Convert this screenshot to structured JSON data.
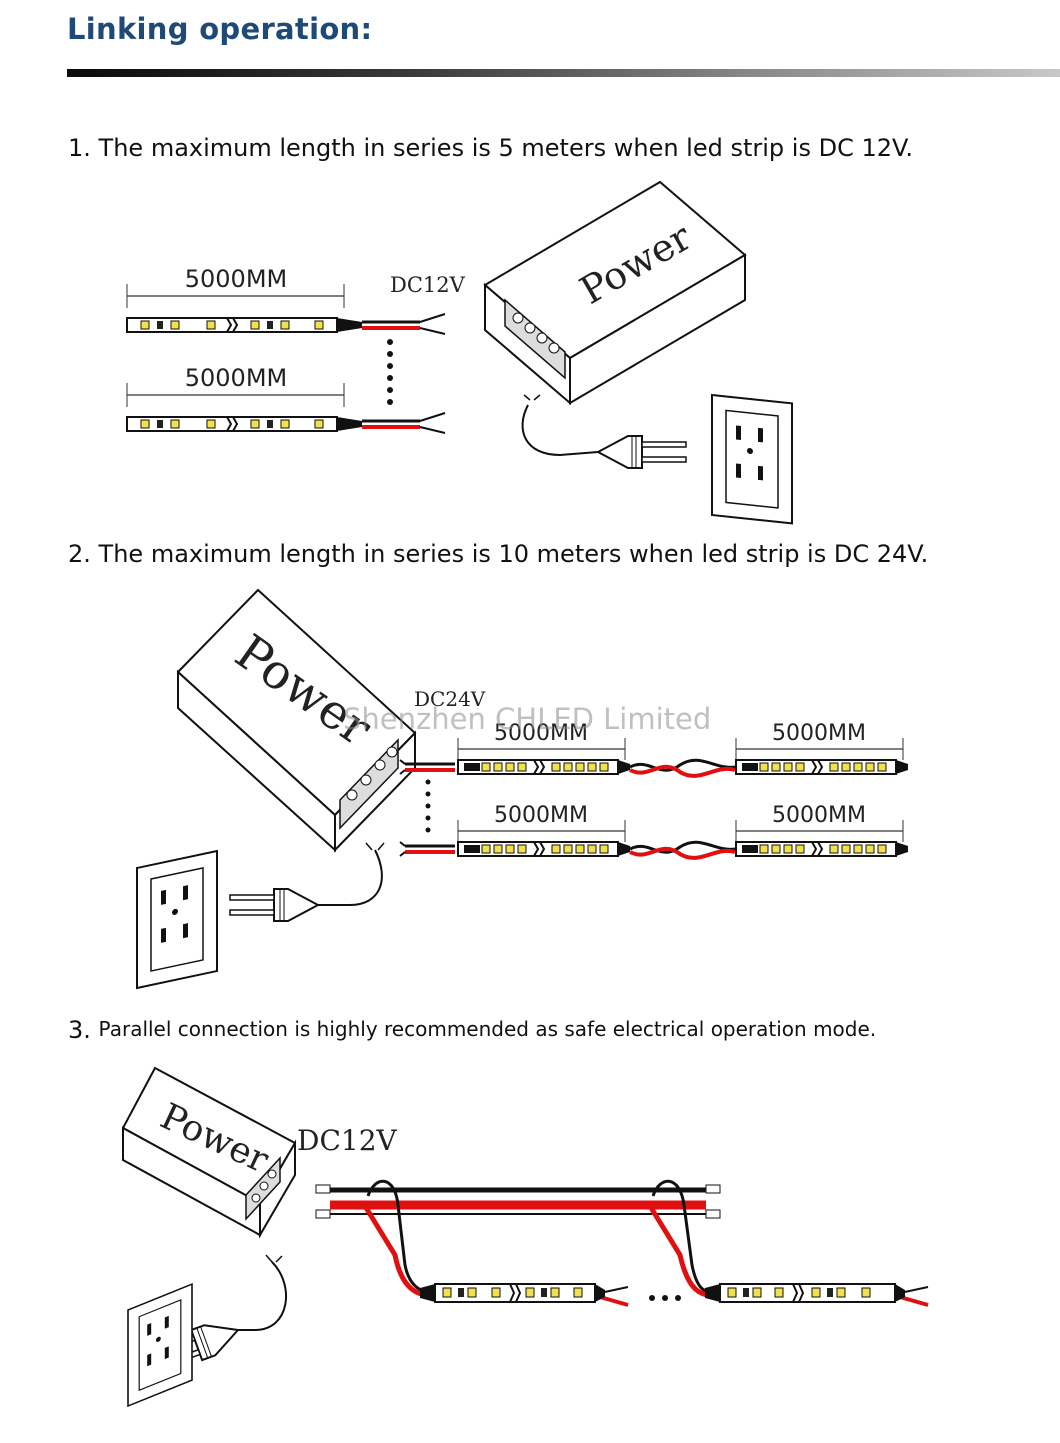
{
  "title": "Linking operation:",
  "steps": [
    {
      "number": "1.",
      "text": "The maximum length in series is 5 meters when led strip is DC 12V."
    },
    {
      "number": "2.",
      "text": "The maximum length in series is 10 meters when led strip is DC 24V."
    },
    {
      "number": "3.",
      "text": "Parallel connection is highly recommended as safe electrical operation mode."
    }
  ],
  "diagram1": {
    "strip_length": "5000MM",
    "voltage": "DC12V",
    "supply_label": "Power"
  },
  "diagram2": {
    "strip_length": "5000MM",
    "voltage": "DC24V",
    "supply_label": "Power"
  },
  "diagram3": {
    "voltage": "DC12V",
    "supply_label": "Power"
  },
  "watermark": "Shenzhen CHLED Limited",
  "colors": {
    "title": "#1f4a78",
    "wire_red": "#e01010",
    "wire_black": "#111111"
  }
}
